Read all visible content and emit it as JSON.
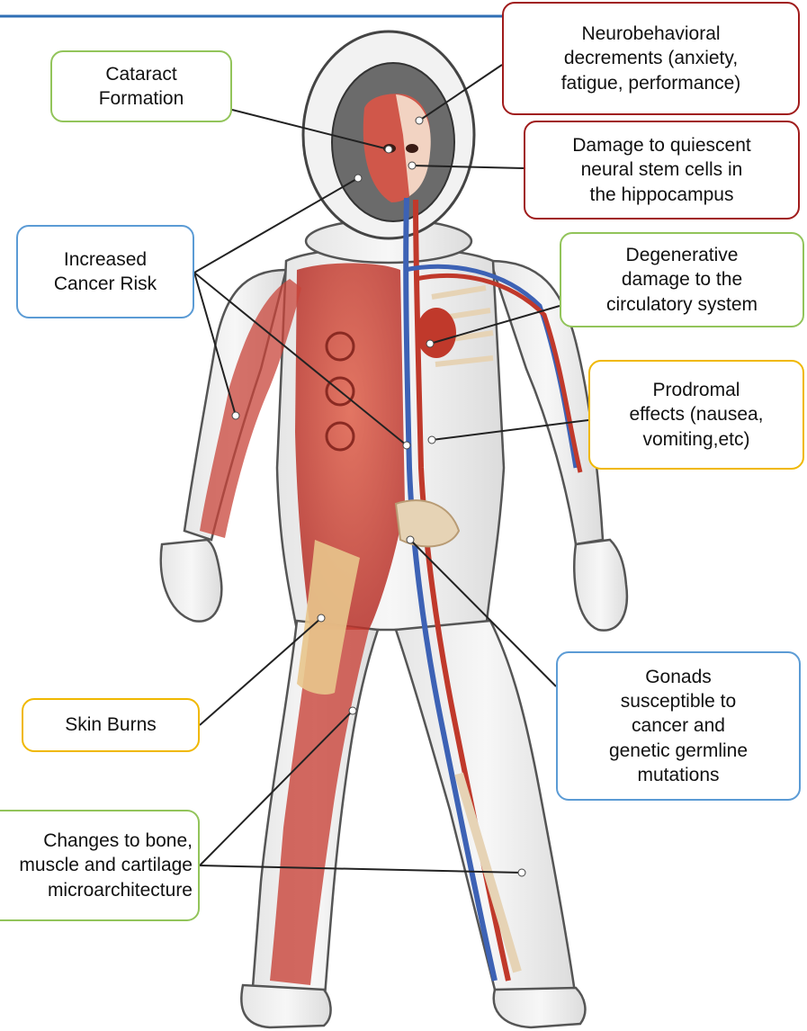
{
  "header_rule_color": "#2f6fb5",
  "callout_colors": {
    "green": "#92c45a",
    "red": "#a01c1c",
    "blue": "#5b9bd5",
    "gold": "#f0b800"
  },
  "callouts": {
    "cataract": {
      "lines": [
        "Cataract",
        "Formation"
      ],
      "color": "green"
    },
    "neurobehavioral": {
      "lines": [
        "Neurobehavioral",
        "decrements (anxiety,",
        "fatigue, performance)"
      ],
      "color": "red"
    },
    "neural_stem": {
      "lines": [
        "Damage to quiescent",
        "neural stem cells in",
        "the hippocampus"
      ],
      "color": "red"
    },
    "cancer_risk": {
      "lines": [
        "Increased",
        "Cancer Risk"
      ],
      "color": "blue"
    },
    "circulatory": {
      "lines": [
        "Degenerative",
        "damage to the",
        "circulatory system"
      ],
      "color": "green"
    },
    "prodromal": {
      "lines": [
        "Prodromal",
        "effects (nausea,",
        "vomiting,etc)"
      ],
      "color": "gold"
    },
    "skin_burns": {
      "lines": [
        "Skin Burns"
      ],
      "color": "gold"
    },
    "gonads": {
      "lines": [
        "Gonads",
        "susceptible to",
        "cancer and",
        "genetic germline",
        "mutations"
      ],
      "color": "blue"
    },
    "bone": {
      "lines": [
        "Changes to bone,",
        "muscle and cartilage",
        "microarchitecture"
      ],
      "color": "green"
    }
  }
}
